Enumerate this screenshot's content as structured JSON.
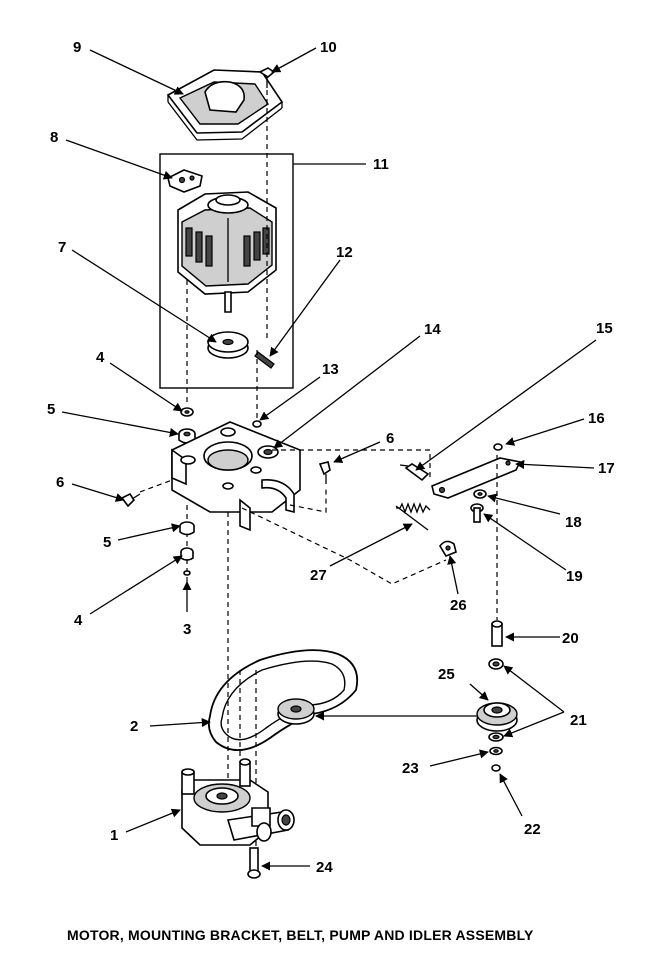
{
  "caption": "MOTOR, MOUNTING BRACKET, BELT, PUMP AND IDLER ASSEMBLY",
  "callouts": {
    "c1": "1",
    "c2": "2",
    "c3": "3",
    "c4a": "4",
    "c4b": "4",
    "c5a": "5",
    "c5b": "5",
    "c6a": "6",
    "c6b": "6",
    "c7": "7",
    "c8": "8",
    "c9": "9",
    "c10": "10",
    "c11": "11",
    "c12": "12",
    "c13": "13",
    "c14": "14",
    "c15": "15",
    "c16": "16",
    "c17": "17",
    "c18": "18",
    "c19": "19",
    "c20": "20",
    "c21": "21",
    "c22": "22",
    "c23": "23",
    "c24": "24",
    "c25": "25",
    "c26": "26",
    "c27": "27"
  }
}
